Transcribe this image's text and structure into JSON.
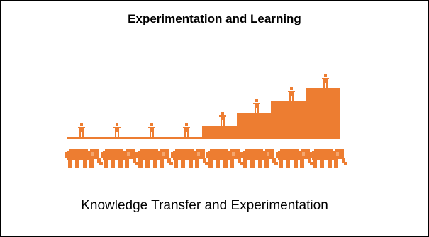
{
  "slide": {
    "title": "Experimentation and Learning",
    "caption": "Knowledge Transfer and Experimentation"
  },
  "illustration": {
    "accent_color": "#ED7D31",
    "people_icon": "person-icon",
    "animal_icon": "elephant-icon",
    "flat_people_count": 4,
    "staircase_steps": 4,
    "elephant_count": 8
  }
}
